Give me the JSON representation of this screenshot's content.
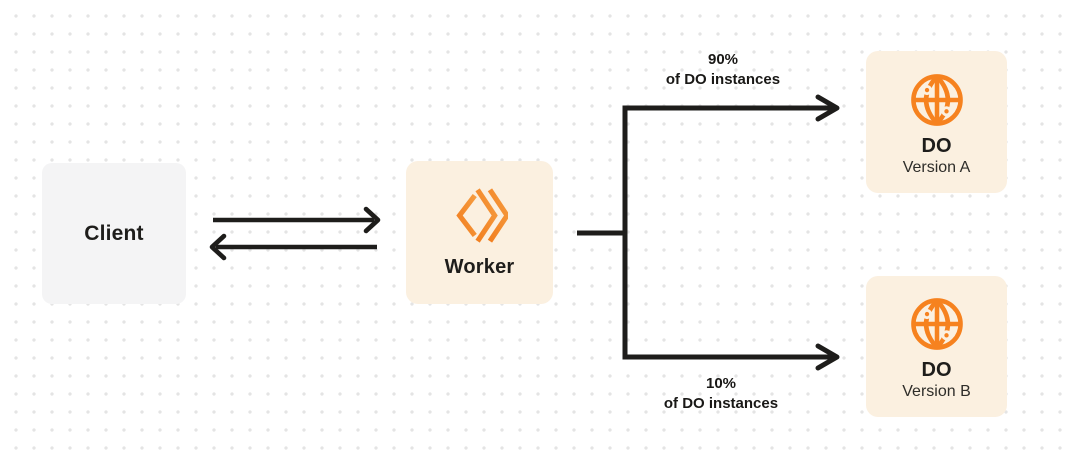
{
  "colors": {
    "orange": "#F6821F",
    "cream": "#FBF0E0",
    "gray": "#F4F4F5",
    "line": "#1E1D1B",
    "dot": "#E4E4E4"
  },
  "nodes": {
    "client": {
      "label": "Client"
    },
    "worker": {
      "label": "Worker",
      "icon": "worker-chevrons-icon"
    },
    "do_version_a": {
      "title": "DO",
      "subtitle": "Version A",
      "icon": "globe-icon"
    },
    "do_version_b": {
      "title": "DO",
      "subtitle": "Version B",
      "icon": "globe-icon"
    }
  },
  "edges": {
    "client_worker": {
      "description": "bidirectional-arrows"
    },
    "top_branch": {
      "percent": "90%",
      "caption": "of DO instances"
    },
    "bottom_branch": {
      "percent": "10%",
      "caption": "of DO instances"
    }
  }
}
